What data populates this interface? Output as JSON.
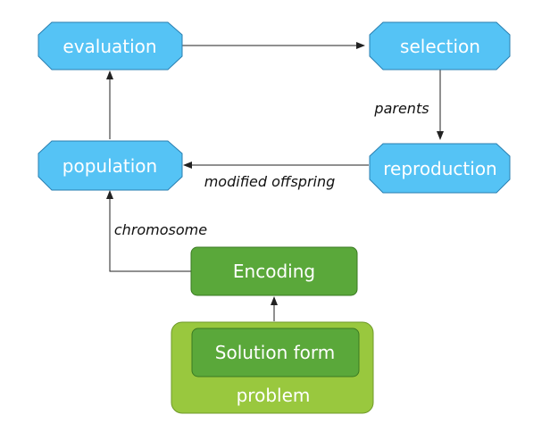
{
  "nodes": {
    "evaluation": "evaluation",
    "selection": "selection",
    "population": "population",
    "reproduction": "reproduction",
    "encoding": "Encoding",
    "solution_form": "Solution form",
    "problem": "problem"
  },
  "edge_labels": {
    "parents": "parents",
    "modified_offspring": "modified offspring",
    "chromosome": "chromosome"
  },
  "colors": {
    "cycle_fill": "#55c3f5",
    "cycle_stroke": "#2a7fb0",
    "encoding_fill": "#5aa83a",
    "encoding_stroke": "#3a7a22",
    "problem_fill": "#99c83e",
    "problem_stroke": "#6f9a2a",
    "arrow": "#222222"
  }
}
